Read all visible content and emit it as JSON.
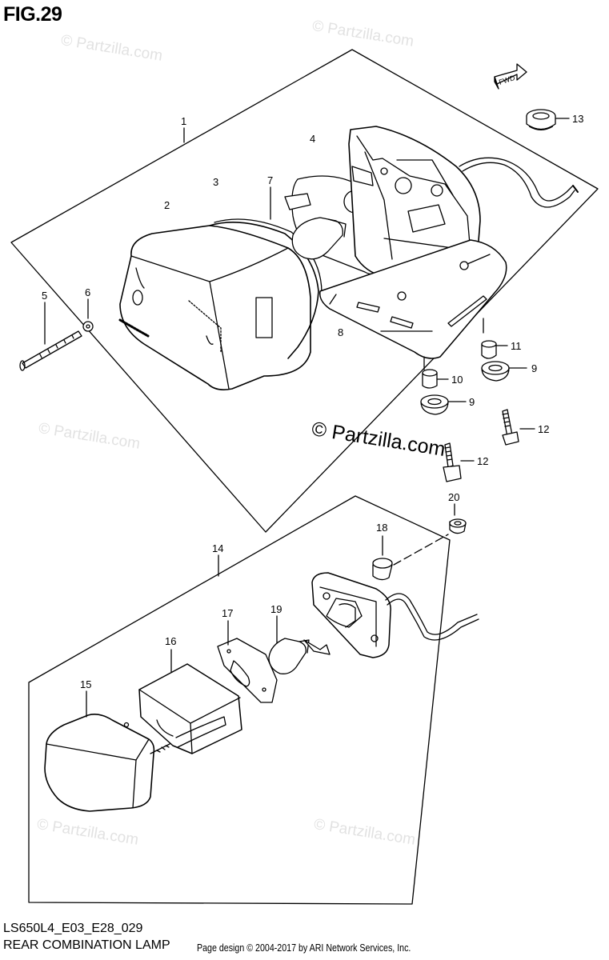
{
  "figure": {
    "title": "FIG.29",
    "code": "LS650L4_E03_E28_029",
    "subtitle": "REAR COMBINATION LAMP",
    "credit": "Page design © 2004-2017 by ARI Network Services, Inc.",
    "watermark": "© Partzilla.com",
    "direction_tag": "FWD"
  },
  "callouts": [
    "1",
    "2",
    "3",
    "4",
    "5",
    "6",
    "7",
    "8",
    "9",
    "9",
    "10",
    "11",
    "12",
    "12",
    "13",
    "14",
    "15",
    "16",
    "17",
    "18",
    "19",
    "20"
  ],
  "colors": {
    "line": "#000000",
    "watermark": "#e2e2e2"
  }
}
